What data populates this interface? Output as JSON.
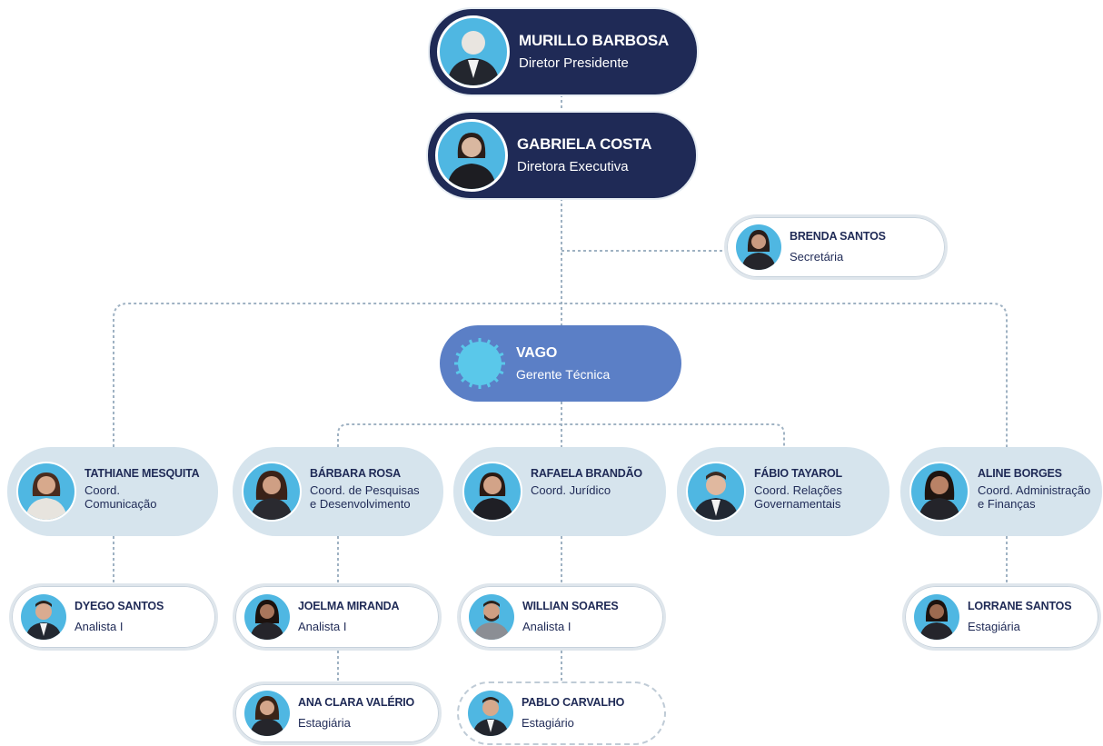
{
  "colors": {
    "executive_bg": "#1f2a56",
    "manager_bg": "#5b7fc6",
    "coordinator_bg": "#d6e4ed",
    "avatar_bg": "#4fb7e2",
    "connector": "#9fb2c3"
  },
  "president": {
    "name": "MURILLO BARBOSA",
    "role": "Diretor Presidente"
  },
  "executive_director": {
    "name": "GABRIELA COSTA",
    "role": "Diretora Executiva"
  },
  "secretary": {
    "name": "BRENDA SANTOS",
    "role": "Secretária"
  },
  "technical_manager": {
    "name": "VAGO",
    "role": "Gerente Técnica"
  },
  "coordinators": [
    {
      "name": "TATHIANE MESQUITA",
      "role_line1": "Coord.",
      "role_line2": "Comunicação"
    },
    {
      "name": "BÁRBARA ROSA",
      "role_line1": "Coord. de Pesquisas",
      "role_line2": "e Desenvolvimento"
    },
    {
      "name": "RAFAELA BRANDÃO",
      "role_line1": "Coord. Jurídico",
      "role_line2": ""
    },
    {
      "name": "FÁBIO TAYAROL",
      "role_line1": "Coord. Relações",
      "role_line2": "Governamentais"
    },
    {
      "name": "ALINE BORGES",
      "role_line1": "Coord. Administração",
      "role_line2": "e Finanças"
    }
  ],
  "staff": [
    {
      "name": "DYEGO SANTOS",
      "role": "Analista I"
    },
    {
      "name": "JOELMA MIRANDA",
      "role": "Analista I"
    },
    {
      "name": "WILLIAN SOARES",
      "role": "Analista I"
    },
    {
      "name": "LORRANE SANTOS",
      "role": "Estagiária"
    },
    {
      "name": "ANA CLARA VALÉRIO",
      "role": "Estagiária"
    },
    {
      "name": "PABLO CARVALHO",
      "role": "Estagiário"
    }
  ]
}
